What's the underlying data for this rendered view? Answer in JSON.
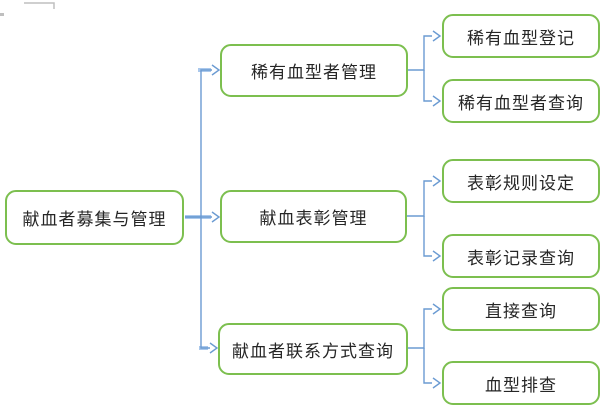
{
  "diagram": {
    "root": {
      "label": "献血者募集与管理"
    },
    "branches": [
      {
        "label": "稀有血型者管理",
        "children": [
          {
            "label": "稀有血型登记"
          },
          {
            "label": "稀有血型者查询"
          }
        ]
      },
      {
        "label": "献血表彰管理",
        "children": [
          {
            "label": "表彰规则设定"
          },
          {
            "label": "表彰记录查询"
          }
        ]
      },
      {
        "label": "献血者联系方式查询",
        "children": [
          {
            "label": "直接查询"
          },
          {
            "label": "血型排查"
          }
        ]
      }
    ],
    "colors": {
      "node_border": "#7cbf4f",
      "connector": "#6b9bd2",
      "connector_light": "#aac8ec",
      "text": "#262626",
      "artifact_gray": "#bfbfbf",
      "background": "#ffffff"
    }
  }
}
